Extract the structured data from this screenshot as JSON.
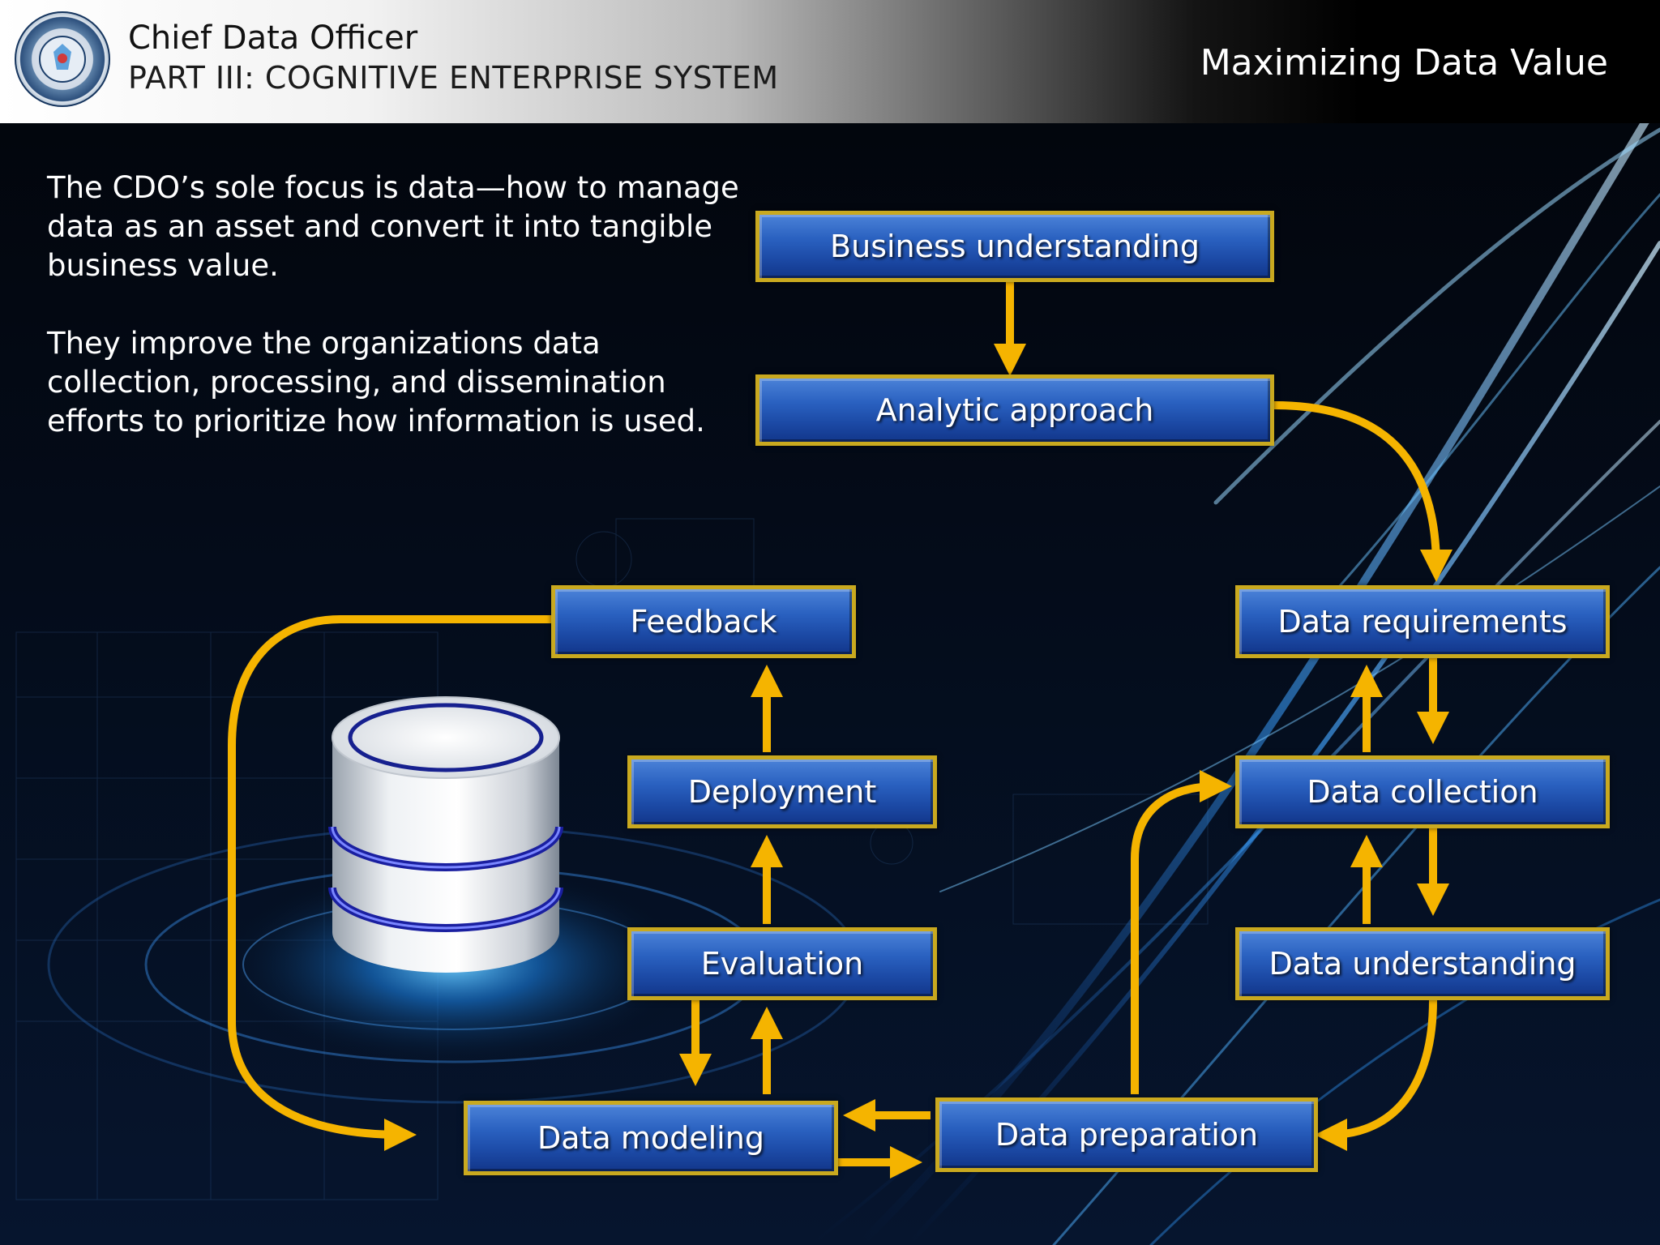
{
  "header": {
    "title": "Chief Data Officer",
    "subtitle": "PART III: COGNITIVE ENTERPRISE SYSTEM",
    "section": "Maximizing Data Value",
    "logo_icon": "institute-seal-logo"
  },
  "intro": {
    "paragraph_1": "The CDO’s sole focus is data—how to manage data as an asset and convert it into tangible business value.",
    "paragraph_2": "They improve the organizations data collection, processing, and dissemination efforts to prioritize how information is used."
  },
  "diagram": {
    "steps": {
      "business_understanding": "Business understanding",
      "analytic_approach": "Analytic approach",
      "data_requirements": "Data requirements",
      "data_collection": "Data collection",
      "data_understanding": "Data understanding",
      "data_preparation": "Data preparation",
      "data_modeling": "Data modeling",
      "evaluation": "Evaluation",
      "deployment": "Deployment",
      "feedback": "Feedback"
    },
    "colors": {
      "arrow": "#f5b400",
      "box_border": "#c9a91f",
      "box_fill": "#1f4fae"
    },
    "illustration_icon": "database-cylinder-icon"
  }
}
